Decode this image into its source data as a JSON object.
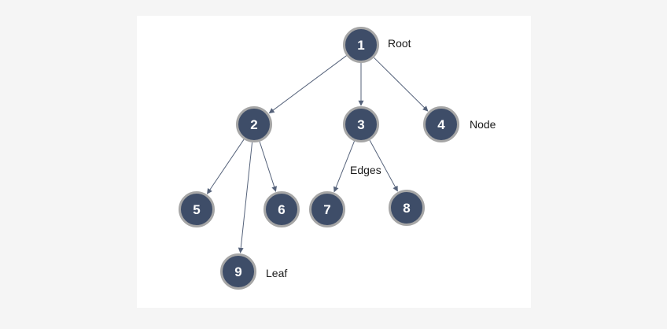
{
  "diagram": {
    "type": "tree",
    "nodes": [
      {
        "id": "1",
        "label": "1"
      },
      {
        "id": "2",
        "label": "2"
      },
      {
        "id": "3",
        "label": "3"
      },
      {
        "id": "4",
        "label": "4"
      },
      {
        "id": "5",
        "label": "5"
      },
      {
        "id": "6",
        "label": "6"
      },
      {
        "id": "7",
        "label": "7"
      },
      {
        "id": "8",
        "label": "8"
      },
      {
        "id": "9",
        "label": "9"
      }
    ],
    "edges": [
      {
        "from": "1",
        "to": "2"
      },
      {
        "from": "1",
        "to": "3"
      },
      {
        "from": "1",
        "to": "4"
      },
      {
        "from": "2",
        "to": "5"
      },
      {
        "from": "2",
        "to": "9"
      },
      {
        "from": "2",
        "to": "6"
      },
      {
        "from": "3",
        "to": "7"
      },
      {
        "from": "3",
        "to": "8"
      }
    ],
    "annotations": {
      "root": "Root",
      "node": "Node",
      "edges": "Edges",
      "leaf": "Leaf"
    },
    "colors": {
      "node_fill": "#3e4d68",
      "node_ring": "#a6a6a6",
      "edge": "#55627a",
      "label": "#ffffff"
    }
  }
}
